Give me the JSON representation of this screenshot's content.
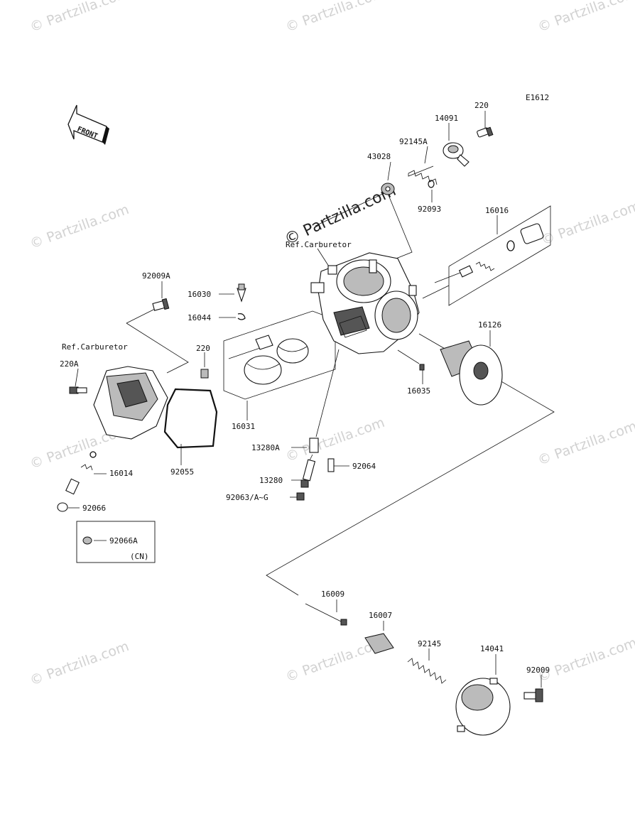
{
  "diagram": {
    "code": "E1612",
    "front_arrow": "FRONT",
    "ref_carburetor_1": "Ref.Carburetor",
    "ref_carburetor_2": "Ref.Carburetor",
    "watermark": "© Partzilla.com",
    "watermark_center": "© Partzilla.com",
    "parts": {
      "p220_top": "220",
      "p14091": "14091",
      "p92145A": "92145A",
      "p43028": "43028",
      "p92093": "92093",
      "p16016": "16016",
      "p92009A": "92009A",
      "p16030": "16030",
      "p16044": "16044",
      "p220_mid": "220",
      "p220A": "220A",
      "p16126": "16126",
      "p16035": "16035",
      "p16031": "16031",
      "p13280A": "13280A",
      "p92064": "92064",
      "p13280": "13280",
      "p92063": "92063/A~G",
      "p16014": "16014",
      "p92055": "92055",
      "p92066": "92066",
      "p92066A": "92066A",
      "cn": "(CN)",
      "p16009": "16009",
      "p16007": "16007",
      "p92145": "92145",
      "p14041": "14041",
      "p92009": "92009"
    }
  }
}
